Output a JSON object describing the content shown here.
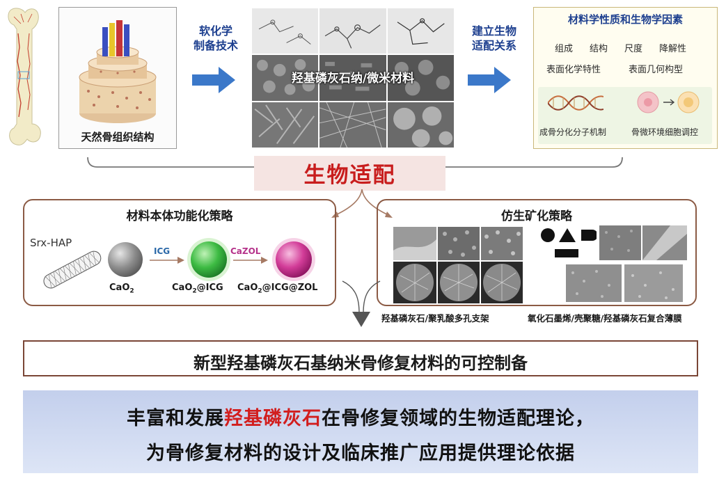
{
  "top": {
    "bone_caption": "天然骨组织结构",
    "step1": [
      "软化学",
      "制备技术"
    ],
    "sem_label": "羟基磷灰石纳/微米材料",
    "step2": [
      "建立生物",
      "适配关系"
    ],
    "factors_title": "材料学性质和生物学因素",
    "factors_row1": [
      "组成",
      "结构",
      "尺度",
      "降解性"
    ],
    "factors_row2": [
      "表面化学特性",
      "表面几何构型"
    ],
    "mechanisms": [
      "成骨分化分子机制",
      "骨微环境细胞调控"
    ]
  },
  "core": {
    "label": "生物适配"
  },
  "strategy_left": {
    "title": "材料本体功能化策略",
    "nanotube_label": "Srx-HAP",
    "sphere1": {
      "name": "CaO",
      "sub": "2"
    },
    "arrow1": "ICG",
    "sphere2": {
      "name": "CaO",
      "sub": "2",
      "suffix": "@ICG"
    },
    "arrow2": "CaZOL",
    "sphere3": {
      "name": "CaO",
      "sub": "2",
      "suffix": "@ICG@ZOL"
    }
  },
  "strategy_right": {
    "title": "仿生矿化策略",
    "caption_left": "羟基磷灰石/聚乳酸多孔支架",
    "caption_right": "氧化石墨烯/壳聚糖/羟基磷灰石复合薄膜"
  },
  "result": {
    "text": "新型羟基磷灰石基纳米骨修复材料的可控制备"
  },
  "conclusion": {
    "line1_pre": "丰富和发展",
    "line1_highlight": "羟基磷灰石",
    "line1_post": "在骨修复领域的生物适配理论，",
    "line2": "为骨修复材料的设计及临床推广应用提供理论依据"
  },
  "colors": {
    "accent_blue": "#1d3f8f",
    "highlight_red": "#c81d1d",
    "arrow_blue": "#3b78c9",
    "box_brown": "#8b5a44"
  }
}
